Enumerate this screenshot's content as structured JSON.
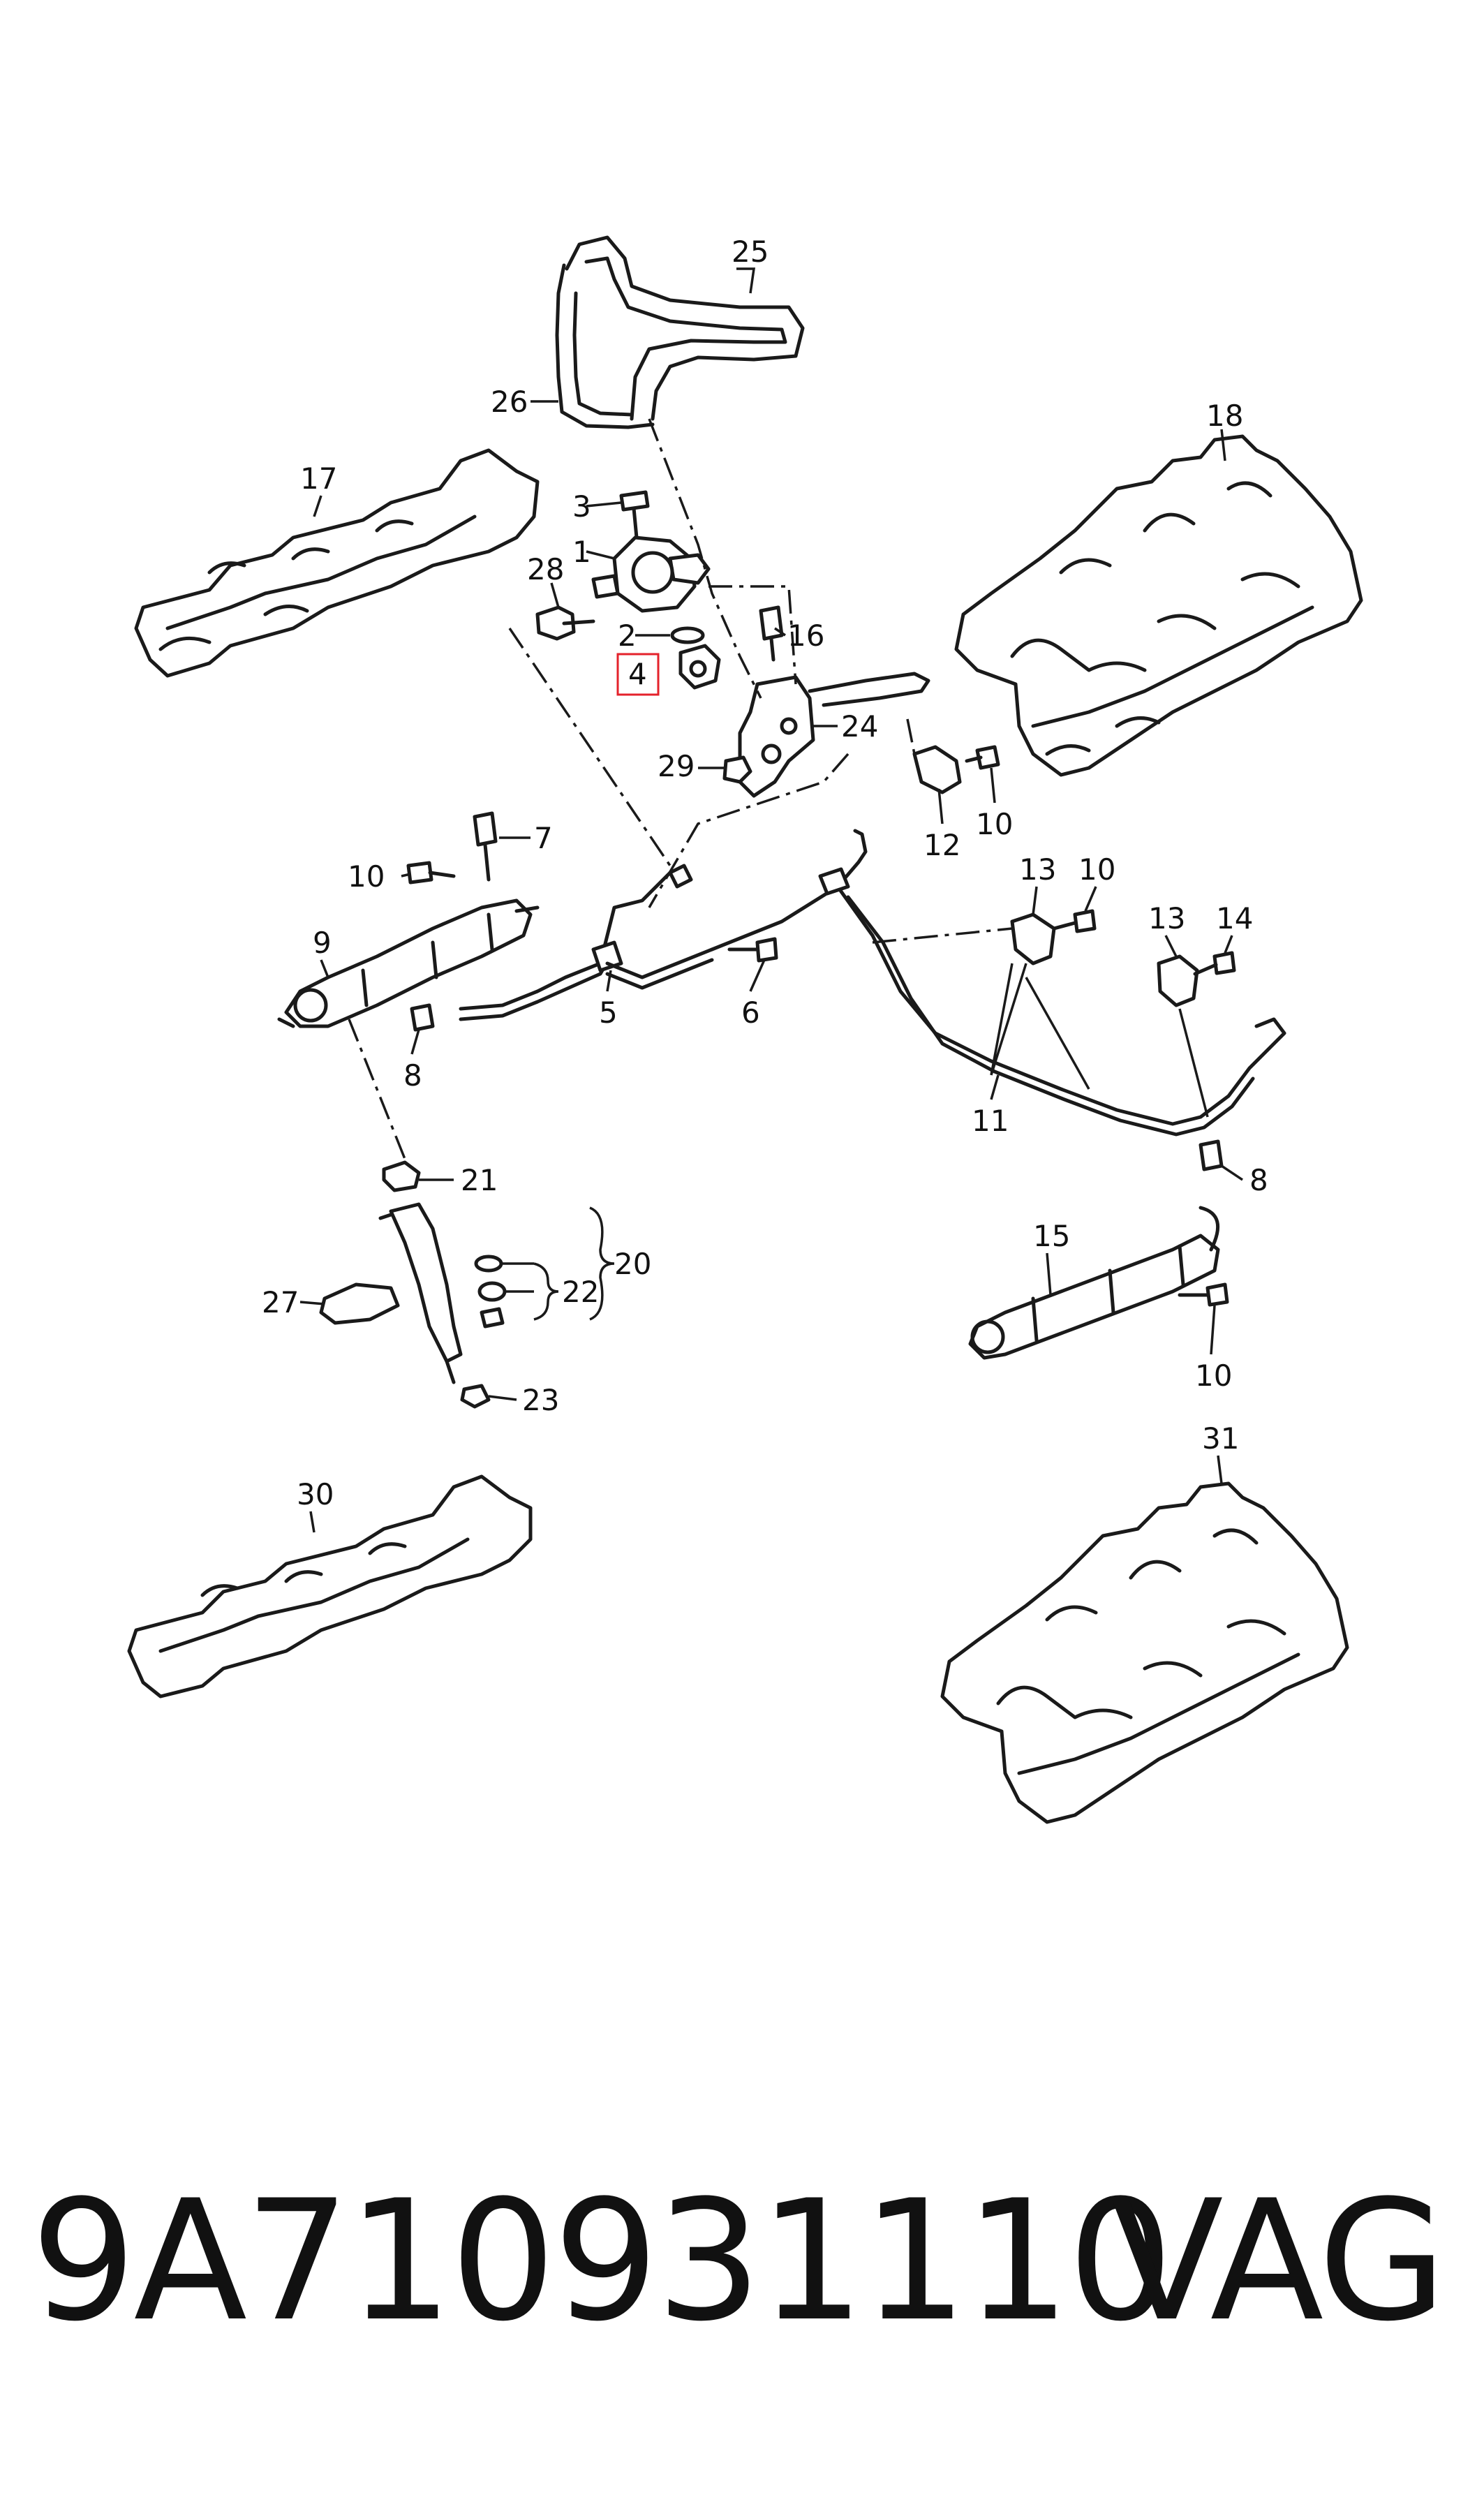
{
  "diagram": {
    "highlight_color": "#e4222b",
    "callouts": {
      "c1": "1",
      "c2": "2",
      "c3": "3",
      "c4": "4",
      "c5": "5",
      "c6": "6",
      "c7": "7",
      "c8a": "8",
      "c8b": "8",
      "c9": "9",
      "c10a": "10",
      "c10b": "10",
      "c10c": "10",
      "c10d": "10",
      "c11": "11",
      "c12": "12",
      "c13a": "13",
      "c13b": "13",
      "c14": "14",
      "c15": "15",
      "c16": "16",
      "c17": "17",
      "c18": "18",
      "c20": "20",
      "c21": "21",
      "c22": "22",
      "c23": "23",
      "c24": "24",
      "c25": "25",
      "c26": "26",
      "c27": "27",
      "c28": "28",
      "c29": "29",
      "c30": "30",
      "c31": "31"
    },
    "highlighted_callout": "4"
  },
  "footer": {
    "part_number": "9A710931110",
    "brand": "VAG"
  }
}
